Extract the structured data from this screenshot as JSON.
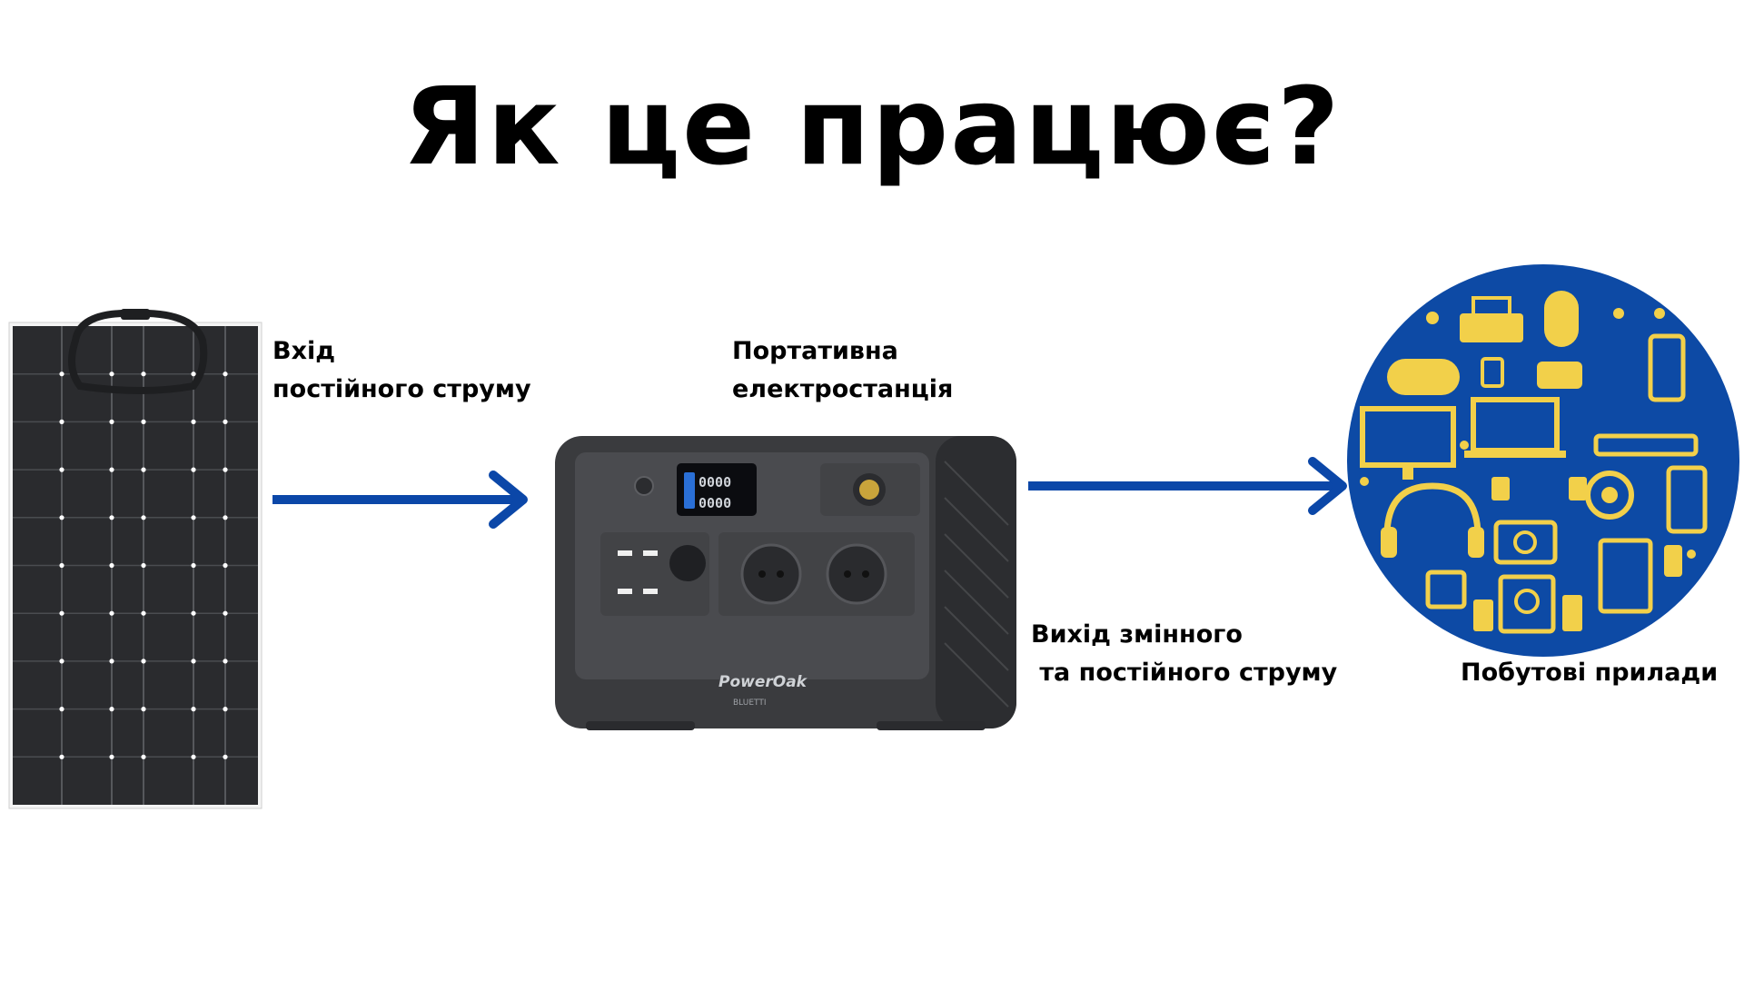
{
  "title": "Як це працює?",
  "labels": {
    "dc_input": [
      "Вхід",
      "постійного струму"
    ],
    "station": [
      "Портативна",
      "електростанція"
    ],
    "output": [
      "Вихід змінного",
      " та постійного струму"
    ],
    "appliances": "Побутові прилади"
  },
  "station_brand": {
    "name": "PowerOak",
    "sub": "BLUETTI",
    "display_digits": "0000"
  },
  "colors": {
    "arrow": "#0B47A8",
    "circle": "#0D4AA5",
    "icons": "#F2D04A",
    "panel": "#2b2b2e",
    "station_body": "#3a3b3e"
  }
}
